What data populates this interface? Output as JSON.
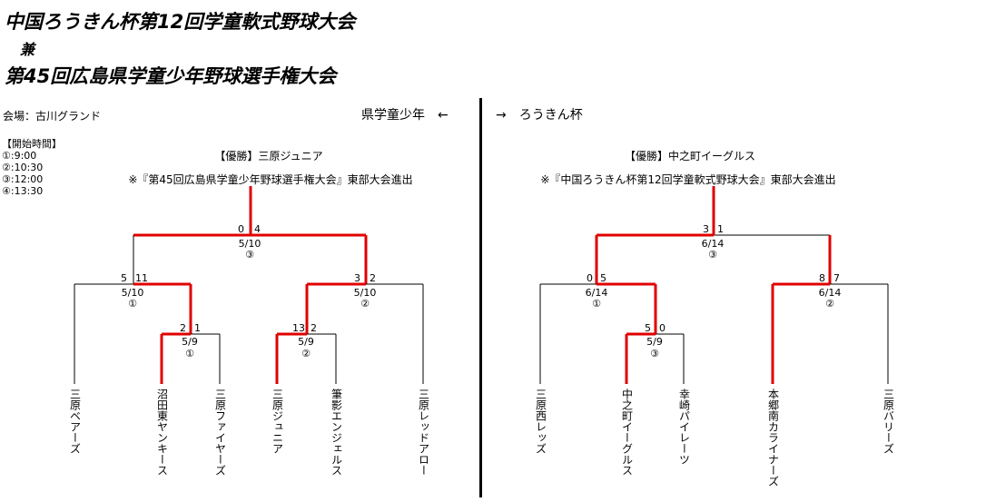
{
  "header": {
    "title_line1": "中国ろうきん杯第12回学童軟式野球大会",
    "connector": "兼",
    "title_line2": "第45回広島県学童少年野球選手権大会"
  },
  "info": {
    "venue": "会場：古川グランド",
    "times_heading": "【開始時間】",
    "times": [
      "①:9:00",
      "②:10:30",
      "③:12:00",
      "④:13:30"
    ]
  },
  "left": {
    "direction_label": "県学童少年　←",
    "champion": "【優勝】三原ジュニア",
    "note": "※『第45回広島県学童少年野球選手権大会』東部大会進出",
    "final": {
      "score_a": "0",
      "score_b": "4",
      "date": "5/10",
      "game": "③"
    },
    "semi1": {
      "score_a": "5",
      "score_b": "11",
      "date": "5/10",
      "game": "①"
    },
    "semi2": {
      "score_a": "3",
      "score_b": "2",
      "date": "5/10",
      "game": "②"
    },
    "q1": {
      "score_a": "2",
      "score_b": "1",
      "date": "5/9",
      "game": "①"
    },
    "q2": {
      "score_a": "13",
      "score_b": "2",
      "date": "5/9",
      "game": "②"
    },
    "teams": [
      "三原ベアーズ",
      "沼田東ヤンキース",
      "三原ファイヤーズ",
      "三原ジュニア",
      "筆影エンジェルス",
      "三原レッドアロー"
    ]
  },
  "right": {
    "direction_label": "→　ろうきん杯",
    "champion": "【優勝】中之町イーグルス",
    "note": "※『中国ろうきん杯第12回学童軟式野球大会』東部大会進出",
    "final": {
      "score_a": "3",
      "score_b": "1",
      "date": "6/14",
      "game": "③"
    },
    "semi1": {
      "score_a": "0",
      "score_b": "5",
      "date": "6/14",
      "game": "①"
    },
    "semi2": {
      "score_a": "8",
      "score_b": "7",
      "date": "6/14",
      "game": "②"
    },
    "q1": {
      "score_a": "5",
      "score_b": "0",
      "date": "5/9",
      "game": "③"
    },
    "teams": [
      "三原西レッズ",
      "中之町イーグルス",
      "幸崎パイレーツ",
      "本郷南カライナーズ",
      "三原バリーズ"
    ]
  },
  "colors": {
    "winner_line": "#e00000",
    "line": "#000000"
  }
}
